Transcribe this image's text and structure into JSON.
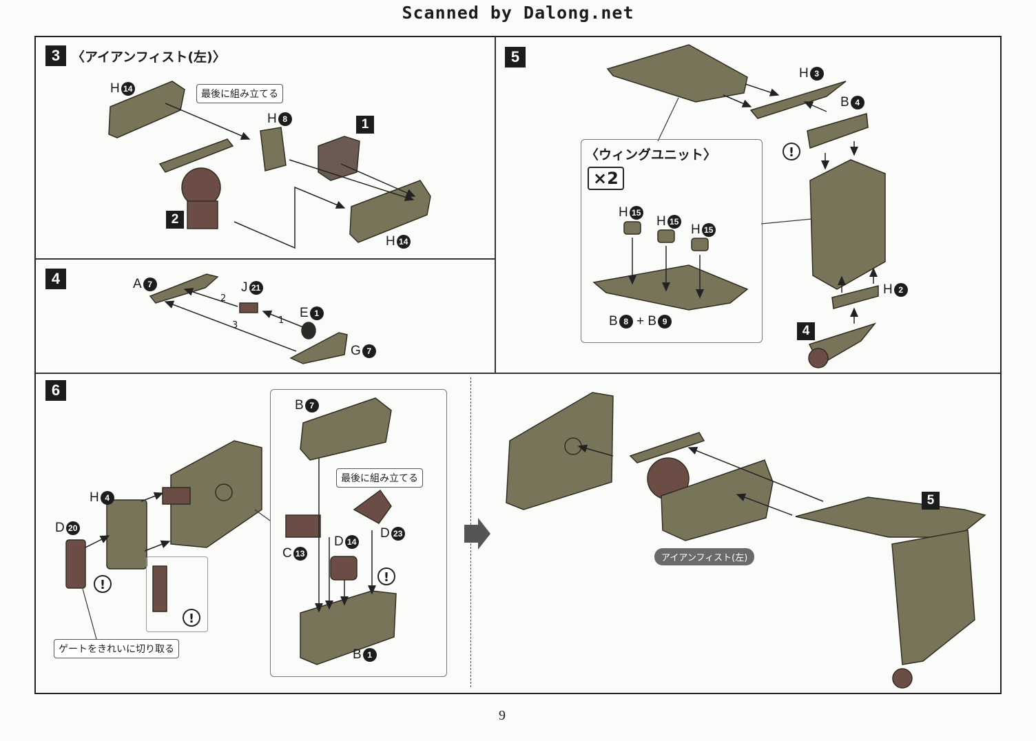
{
  "header": {
    "scan_title": "Scanned by Dalong.net"
  },
  "steps": {
    "s3": {
      "num": "3",
      "title": "〈アイアンフィスト(左)〉",
      "callout": "最後に組み立てる",
      "sub1": "1",
      "sub2": "2",
      "labels": {
        "h14a": "H",
        "h14a_n": "14",
        "h8": "H",
        "h8_n": "8",
        "h14b": "H",
        "h14b_n": "14"
      }
    },
    "s4": {
      "num": "4",
      "labels": {
        "a7": "A",
        "a7_n": "7",
        "j21": "J",
        "j21_n": "21",
        "e1": "E",
        "e1_n": "1",
        "g7": "G",
        "g7_n": "7"
      },
      "order": [
        "1",
        "2",
        "3"
      ]
    },
    "s5": {
      "num": "5",
      "unit_title": "〈ウィングユニット〉",
      "multiplier": "×2",
      "labels": {
        "h3": "H",
        "h3_n": "3",
        "b4": "B",
        "b4_n": "4",
        "h2": "H",
        "h2_n": "2",
        "h15": "H",
        "h15_n": "15",
        "b8": "B",
        "b8_n": "8",
        "plus": "+",
        "b9": "B",
        "b9_n": "9"
      },
      "sub4": "4"
    },
    "s6": {
      "num": "6",
      "callout": "最後に組み立てる",
      "gate_note": "ゲートをきれいに切り取る",
      "labels": {
        "h4": "H",
        "h4_n": "4",
        "d20": "D",
        "d20_n": "20",
        "b7": "B",
        "b7_n": "7",
        "c13": "C",
        "c13_n": "13",
        "d14": "D",
        "d14_n": "14",
        "d23": "D",
        "d23_n": "23",
        "b1": "B",
        "b1_n": "1"
      },
      "final_pill": "アイアンフィスト(左)",
      "sub5": "5"
    }
  },
  "warn_symbol": "!",
  "page_number": "9",
  "colors": {
    "part_fill": "#78745a",
    "part_dark": "#4e4b3a",
    "accent_part": "#6b4d46"
  }
}
